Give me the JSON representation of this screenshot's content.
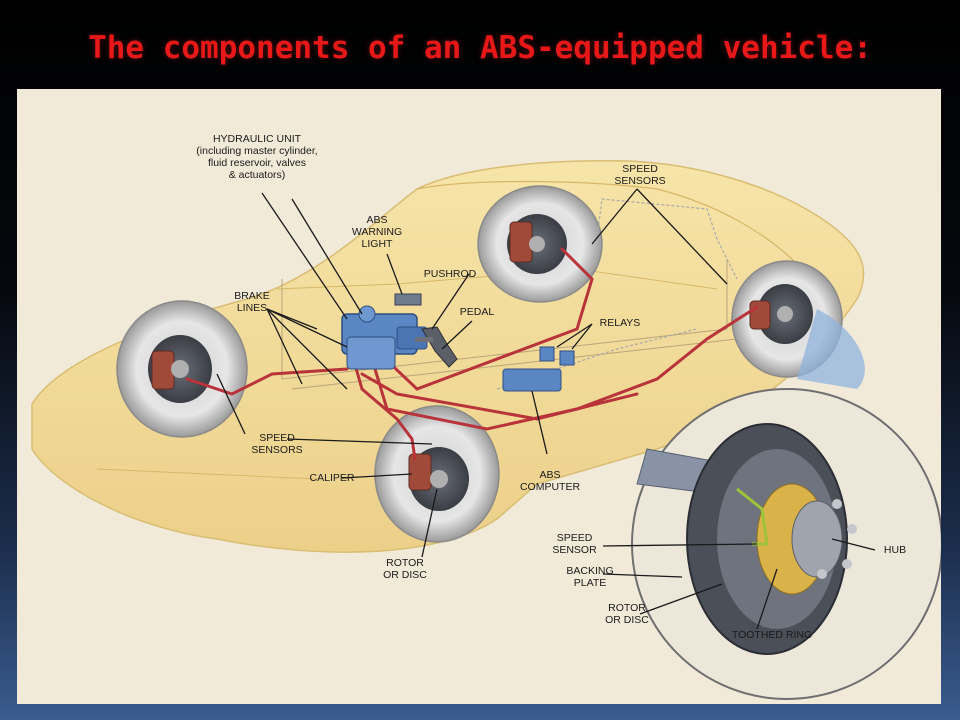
{
  "slide": {
    "title": "The components of an ABS-equipped vehicle:"
  },
  "labels": {
    "hydraulic_unit": "HYDRAULIC UNIT\n(including master cylinder,\nfluid reservoir, valves\n& actuators)",
    "abs_warning_light": "ABS\nWARNING\nLIGHT",
    "pushrod": "PUSHROD",
    "pedal": "PEDAL",
    "brake_lines": "BRAKE\nLINES",
    "speed_sensors_top": "SPEED\nSENSORS",
    "relays": "RELAYS",
    "speed_sensors_left": "SPEED\nSENSORS",
    "caliper": "CALIPER",
    "abs_computer": "ABS\nCOMPUTER",
    "rotor_or_disc_front": "ROTOR\nOR DISC",
    "speed_sensor_inset": "SPEED\nSENSOR",
    "backing_plate": "BACKING\nPLATE",
    "rotor_or_disc_inset": "ROTOR\nOR DISC",
    "hub": "HUB",
    "toothed_ring": "TOOTHED RING"
  },
  "colors": {
    "title": "#e81818",
    "car_body": "#f3dc9a",
    "brake_line": "#b8333a",
    "hydraulic_unit": "#5a86c4",
    "panel_bg": "#f1ead9"
  }
}
